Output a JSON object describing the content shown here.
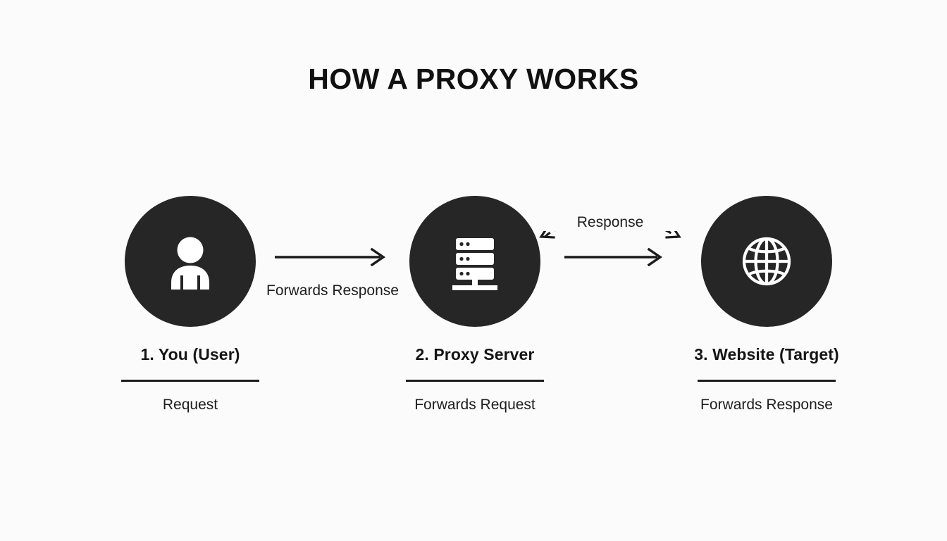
{
  "page": {
    "title": "HOW A PROXY WORKS",
    "background_color": "#fbfbfc",
    "node_color": "#262626",
    "ink_color": "#1b1b1b"
  },
  "nodes": [
    {
      "id": "user",
      "icon": "user-icon",
      "title": "1. You (User)",
      "caption": "Request"
    },
    {
      "id": "proxy",
      "icon": "server-icon",
      "title": "2. Proxy Server",
      "caption": "Forwards Request"
    },
    {
      "id": "website",
      "icon": "globe-icon",
      "title": "3. Website (Target)",
      "caption": "Forwards Response"
    }
  ],
  "connectors": [
    {
      "id": "user-to-proxy",
      "style": "solid-arrow-right",
      "label": "Forwards Response"
    },
    {
      "id": "proxy-to-website",
      "style": "solid-arrow-right",
      "label": ""
    }
  ],
  "response_arc": {
    "id": "response-arc",
    "style": "dashed-double-headed-arc",
    "label": "Response"
  },
  "chart_data": {
    "type": "diagram",
    "title": "HOW A PROXY WORKS",
    "flow": [
      {
        "from": "1. You (User)",
        "to": "2. Proxy Server",
        "label": "Forwards Response"
      },
      {
        "from": "2. Proxy Server",
        "to": "3. Website (Target)",
        "label": ""
      },
      {
        "from": "3. Website (Target)",
        "to": "2. Proxy Server",
        "label": "Response"
      }
    ]
  }
}
